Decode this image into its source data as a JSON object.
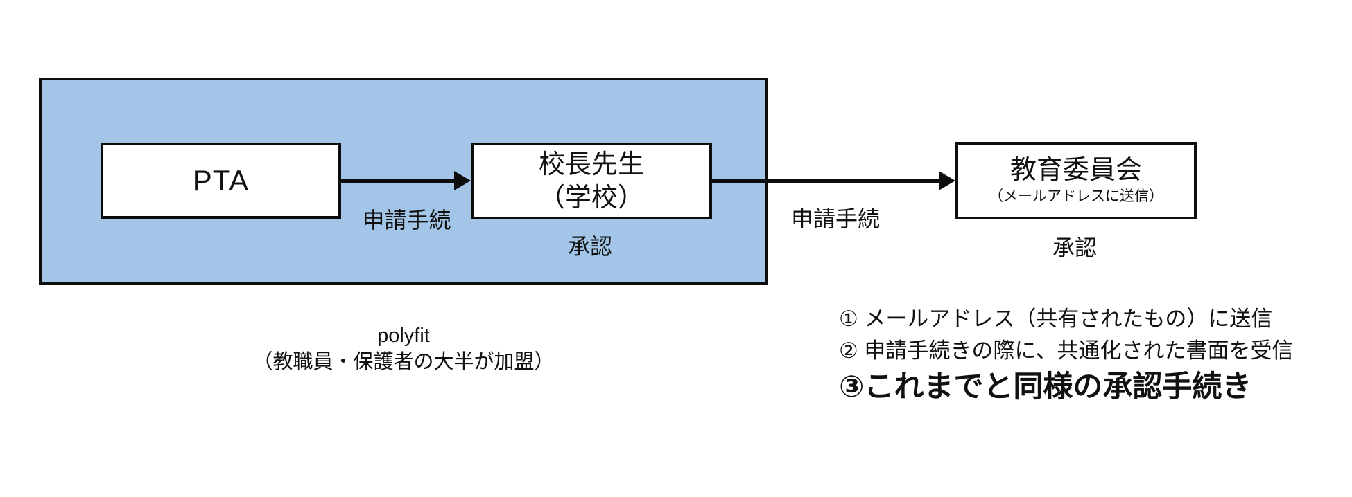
{
  "diagram": {
    "colors": {
      "group_fill": "#A3C6E8",
      "stroke": "#0d0d0d",
      "node_fill": "#ffffff",
      "text": "#111111"
    },
    "nodes": {
      "pta": {
        "title": "PTA"
      },
      "principal": {
        "title": "校長先生",
        "subtitle": "（学校）"
      },
      "board": {
        "title": "教育委員会",
        "subtitle": "（メールアドレスに送信）"
      }
    },
    "edges": {
      "pta_to_principal": {
        "label": "申請手続"
      },
      "principal_to_board": {
        "label": "申請手続"
      }
    },
    "approvals": {
      "principal": "承認",
      "board": "承認"
    },
    "group_caption": {
      "line1": "polyfit",
      "line2": "（教職員・保護者の大半が加盟）"
    },
    "notes": {
      "item1": "① メールアドレス（共有されたもの）に送信",
      "item2": "② 申請手続きの際に、共通化された書面を受信",
      "item3": "③これまでと同様の承認手続き"
    }
  }
}
